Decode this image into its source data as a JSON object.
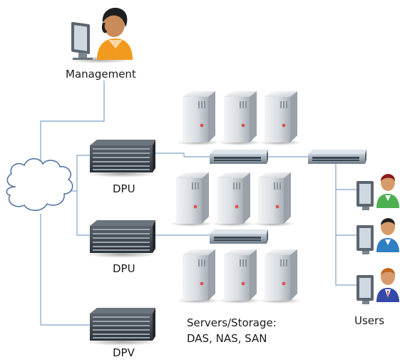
{
  "labels": {
    "management": "Management",
    "dpu_1": "DPU",
    "dpu_2": "DPU",
    "dpv": "DPV",
    "servers_line1": "Servers/Storage:",
    "servers_line2": "DAS, NAS, SAN",
    "users": "Users"
  },
  "icons": {
    "management": "person-at-computer-icon",
    "network": "cloud-icon",
    "appliance": "rack-server-icon",
    "switch": "network-switch-icon",
    "server": "tower-server-icon",
    "user": "person-at-computer-icon"
  },
  "colors": {
    "connector_line": "#7fa3c8",
    "switch_body": "#8c9aa8",
    "server_body": "#d6dbe0",
    "appliance_body": "#3a4148",
    "led": "#d9534f"
  }
}
